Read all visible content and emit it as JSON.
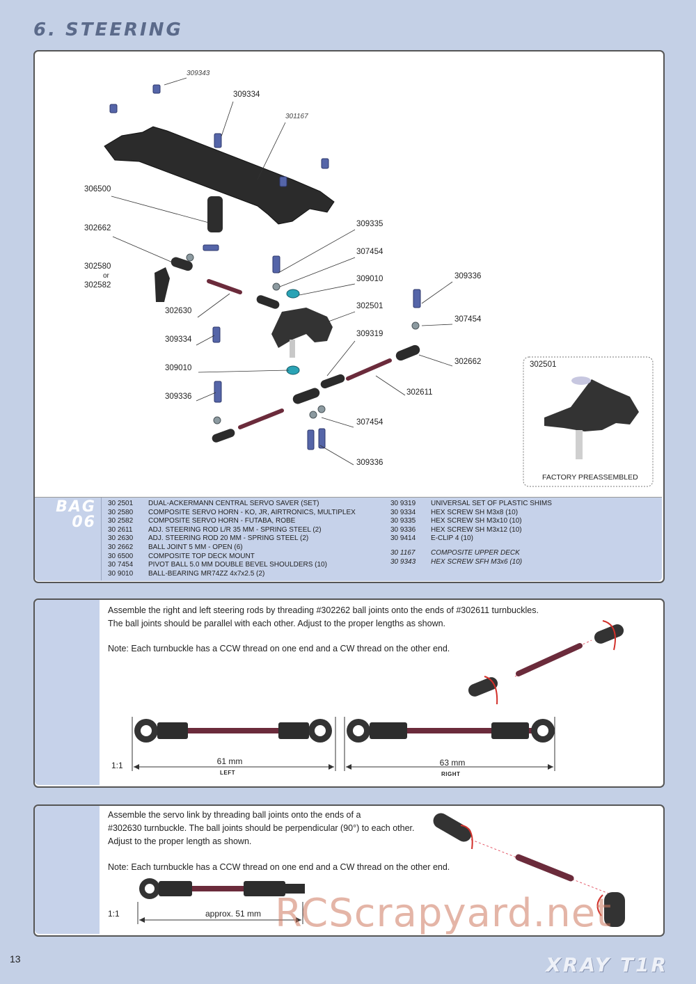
{
  "title": "6. STEERING",
  "page_number": "13",
  "brand": "XRAY T1R",
  "watermark": "RCScrapyard.net",
  "bag": [
    "BAG",
    "06"
  ],
  "diagram_labels": [
    {
      "id": "309343",
      "italic": true
    },
    {
      "id": "309334"
    },
    {
      "id": "301167",
      "italic": true
    },
    {
      "id": "306500"
    },
    {
      "id": "302662"
    },
    {
      "id": "302580"
    },
    {
      "id": "or"
    },
    {
      "id": "302582"
    },
    {
      "id": "309335"
    },
    {
      "id": "307454"
    },
    {
      "id": "309010"
    },
    {
      "id": "302501"
    },
    {
      "id": "309336"
    },
    {
      "id": "307454"
    },
    {
      "id": "302630"
    },
    {
      "id": "309334"
    },
    {
      "id": "309319"
    },
    {
      "id": "302662"
    },
    {
      "id": "309010"
    },
    {
      "id": "302611"
    },
    {
      "id": "309336"
    },
    {
      "id": "307454"
    },
    {
      "id": "309336"
    }
  ],
  "inset": {
    "part": "302501",
    "caption": "FACTORY PREASSEMBLED"
  },
  "parts_left": [
    {
      "no": "30 2501",
      "desc": "DUAL-ACKERMANN CENTRAL SERVO SAVER  (SET)"
    },
    {
      "no": "30 2580",
      "desc": "COMPOSITE SERVO HORN - KO, JR, AIRTRONICS, MULTIPLEX"
    },
    {
      "no": "30 2582",
      "desc": "COMPOSITE SERVO HORN - FUTABA, ROBE"
    },
    {
      "no": "30 2611",
      "desc": "ADJ. STEERING ROD L/R 35 MM  - SPRING STEEL (2)"
    },
    {
      "no": "30 2630",
      "desc": "ADJ. STEERING ROD 20 MM  - SPRING STEEL (2)"
    },
    {
      "no": "30 2662",
      "desc": "BALL JOINT 5 MM - OPEN (6)"
    },
    {
      "no": "30 6500",
      "desc": "COMPOSITE TOP DECK MOUNT"
    },
    {
      "no": "30 7454",
      "desc": "PIVOT BALL 5.0 MM DOUBLE BEVEL SHOULDERS (10)"
    },
    {
      "no": "30 9010",
      "desc": "BALL-BEARING MR74ZZ 4x7x2.5 (2)"
    }
  ],
  "parts_right": [
    {
      "no": "30 9319",
      "desc": "UNIVERSAL SET OF PLASTIC SHIMS",
      "italic": false
    },
    {
      "no": "30 9334",
      "desc": "HEX SCREW  SH M3x8  (10)",
      "italic": false
    },
    {
      "no": "30 9335",
      "desc": "HEX SCREW  SH M3x10 (10)",
      "italic": false
    },
    {
      "no": "30 9336",
      "desc": "HEX SCREW  SH M3x12 (10)",
      "italic": false
    },
    {
      "no": "30 9414",
      "desc": "E-CLIP 4  (10)",
      "italic": false
    },
    {
      "no": "",
      "desc": "",
      "italic": false
    },
    {
      "no": "30 1167",
      "desc": "COMPOSITE UPPER DECK",
      "italic": true
    },
    {
      "no": "30 9343",
      "desc": "HEX SCREW  SFH M3x6  (10)",
      "italic": true
    }
  ],
  "step1": {
    "text1": "Assemble the right and left steering rods by threading #302262 ball joints onto the ends of #302611 turnbuckles.",
    "text2": "The ball joints should be parallel with each other. Adjust to the proper lengths as shown.",
    "note": "Note: Each turnbuckle has a CCW thread on one end and a CW thread on the other end.",
    "scale": "1:1",
    "left_dim": "61 mm",
    "left_label": "LEFT",
    "right_dim": "63 mm",
    "right_label": "RIGHT"
  },
  "step2": {
    "text1": "Assemble the servo link by threading ball joints onto the ends of a",
    "text2": "#302630 turnbuckle. The ball joints should be perpendicular (90°) to each other.",
    "text3": "Adjust to the proper length as shown.",
    "note": "Note: Each turnbuckle has a CCW thread on one end and a CW thread on the other end.",
    "scale": "1:1",
    "dim": "approx. 51 mm"
  }
}
